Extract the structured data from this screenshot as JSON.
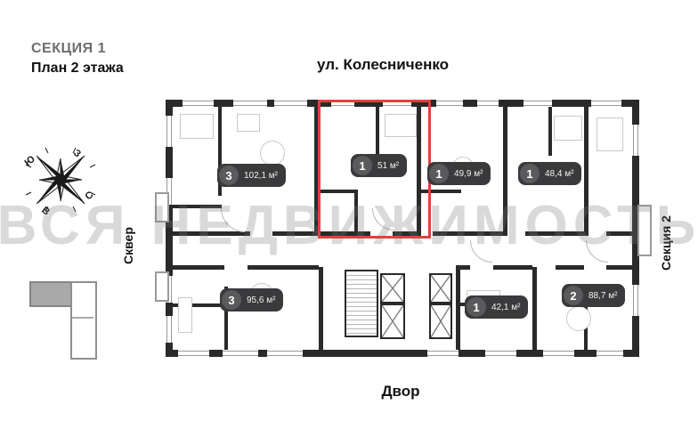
{
  "title": {
    "section": "СЕКЦИЯ 1",
    "floor": "План 2 этажа"
  },
  "labels": {
    "street": "ул. Колесниченко",
    "yard": "Двор",
    "park": "Сквер",
    "section2": "Секция 2"
  },
  "compass": {
    "north": "С",
    "south": "Ю",
    "west": "З",
    "east": "В"
  },
  "watermark": {
    "text": "ВСЯ НЕДВИЖИМОСТЬ"
  },
  "apartments": [
    {
      "rooms": "3",
      "area": "102,1 м²",
      "highlighted": false
    },
    {
      "rooms": "1",
      "area": "51 м²",
      "highlighted": true
    },
    {
      "rooms": "1",
      "area": "49,9 м²",
      "highlighted": false
    },
    {
      "rooms": "1",
      "area": "48,4 м²",
      "highlighted": false
    },
    {
      "rooms": "3",
      "area": "95,6 м²",
      "highlighted": false
    },
    {
      "rooms": "1",
      "area": "42,1 м²",
      "highlighted": false
    },
    {
      "rooms": "2",
      "area": "88,7 м²",
      "highlighted": false
    }
  ],
  "colors": {
    "highlight_red": "#e04040",
    "wall": "#2a2a2a",
    "label_bg": "#3a3a3c",
    "label_circle": "#5a5a5c",
    "section_title_gray": "#6e6e6e"
  }
}
